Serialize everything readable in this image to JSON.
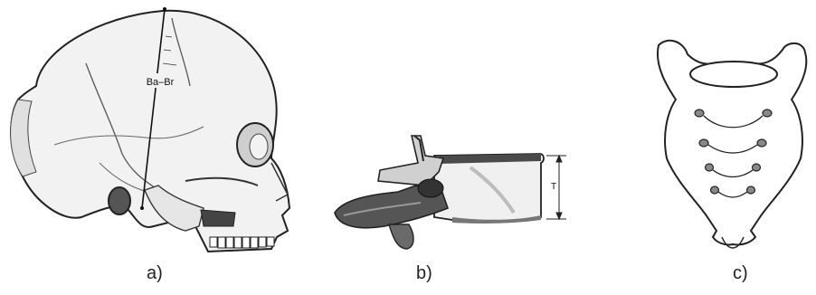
{
  "figure": {
    "panels": [
      {
        "caption": "a)",
        "illustration": "skull-lateral-view",
        "annotation": "Ba–Br"
      },
      {
        "caption": "b)",
        "illustration": "vertebra-lateral-view",
        "annotation": "T"
      },
      {
        "caption": "c)",
        "illustration": "sacrum-anterior-view"
      }
    ]
  },
  "colors": {
    "line": "#222222",
    "fill": "#f2f2f2",
    "shade": "#cfcfcf",
    "dark": "#555555"
  }
}
